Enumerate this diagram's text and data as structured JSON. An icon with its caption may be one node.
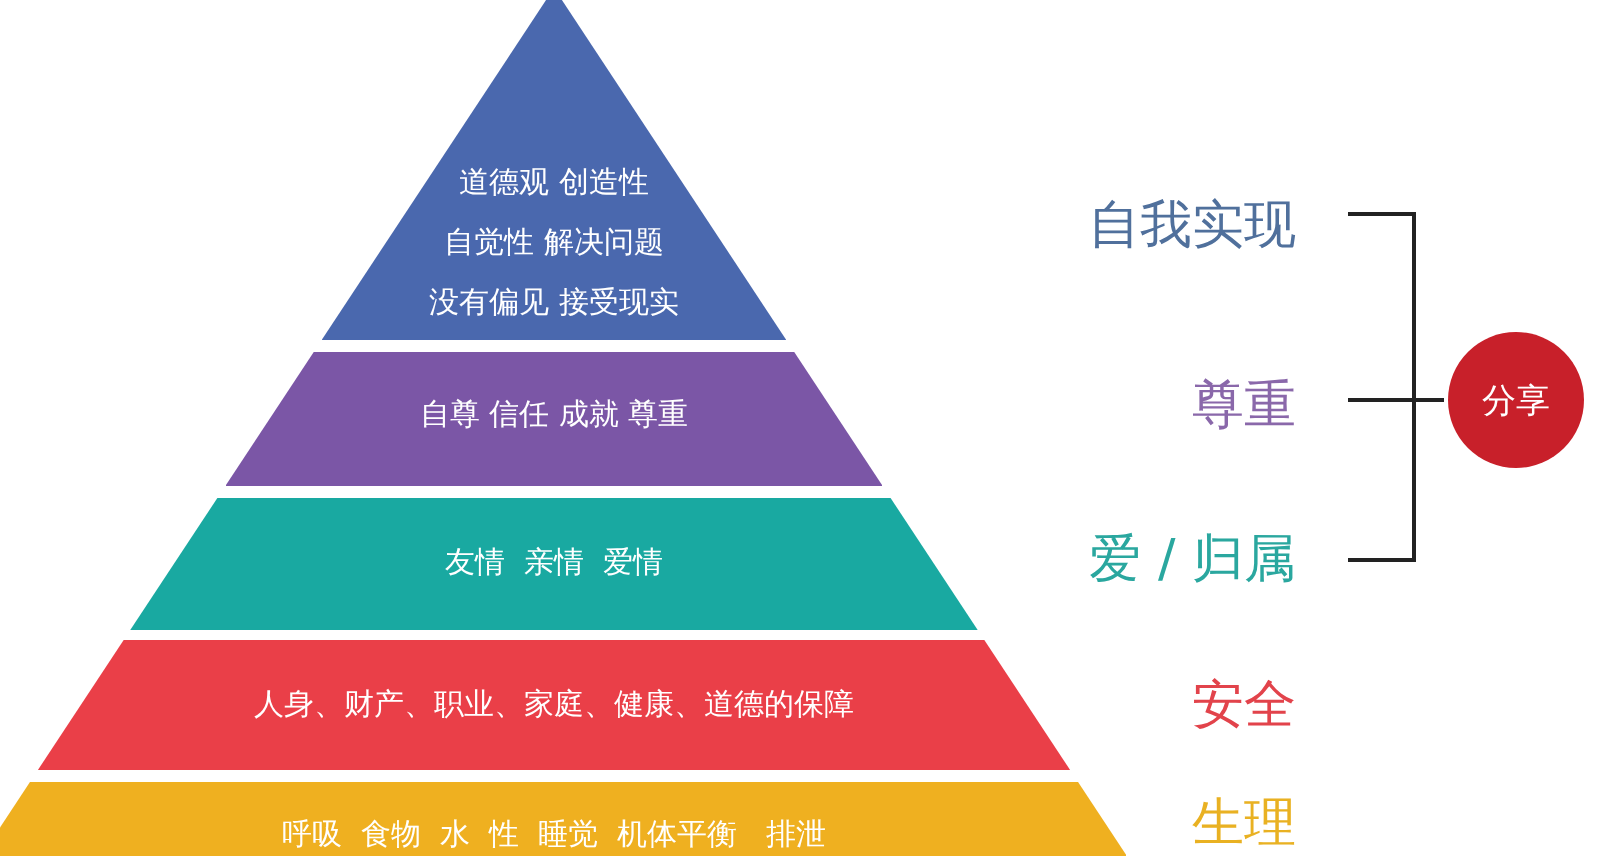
{
  "diagram": {
    "nodes": [
      {
        "text": [
          "道德观 创造性",
          "自觉性 解决问题",
          "没有偏见 接受现实"
        ]
      },
      {
        "text": [
          "自尊 信任 成就 尊重"
        ]
      },
      {
        "text": [
          "友情  亲情  爱情"
        ]
      },
      {
        "text": [
          "人身、财产、职业、家庭、健康、道德的保障"
        ]
      },
      {
        "text": [
          "呼吸  食物  水  性  睡觉  机体平衡   排泄"
        ]
      },
      {
        "text": [
          "分享"
        ]
      }
    ],
    "labels": [
      "自我实现",
      "尊重",
      "爱 / 归属",
      "安全",
      "生理"
    ]
  }
}
